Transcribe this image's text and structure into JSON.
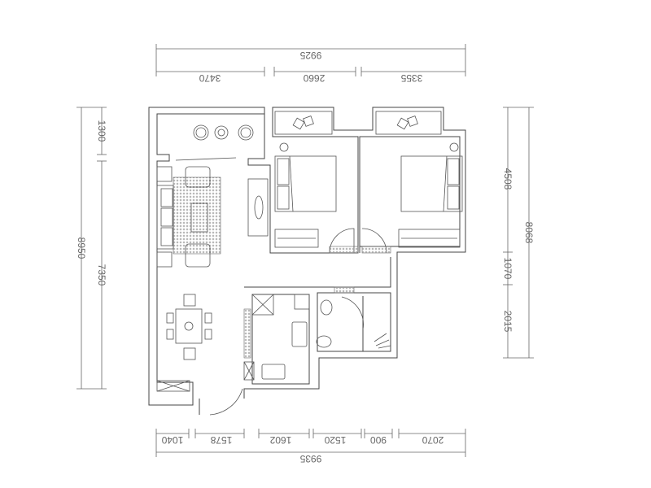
{
  "dimensions": {
    "top_total": "9925",
    "top_segments": [
      "3470",
      "2660",
      "3355"
    ],
    "bottom_total": "9935",
    "bottom_segments": [
      "1040",
      "1578",
      "1602",
      "1520",
      "900",
      "2070"
    ],
    "left_total": "8950",
    "left_segments": [
      "1300",
      "7350"
    ],
    "right_total": "8068",
    "right_segments": [
      "4508",
      "1070",
      "2015"
    ]
  }
}
